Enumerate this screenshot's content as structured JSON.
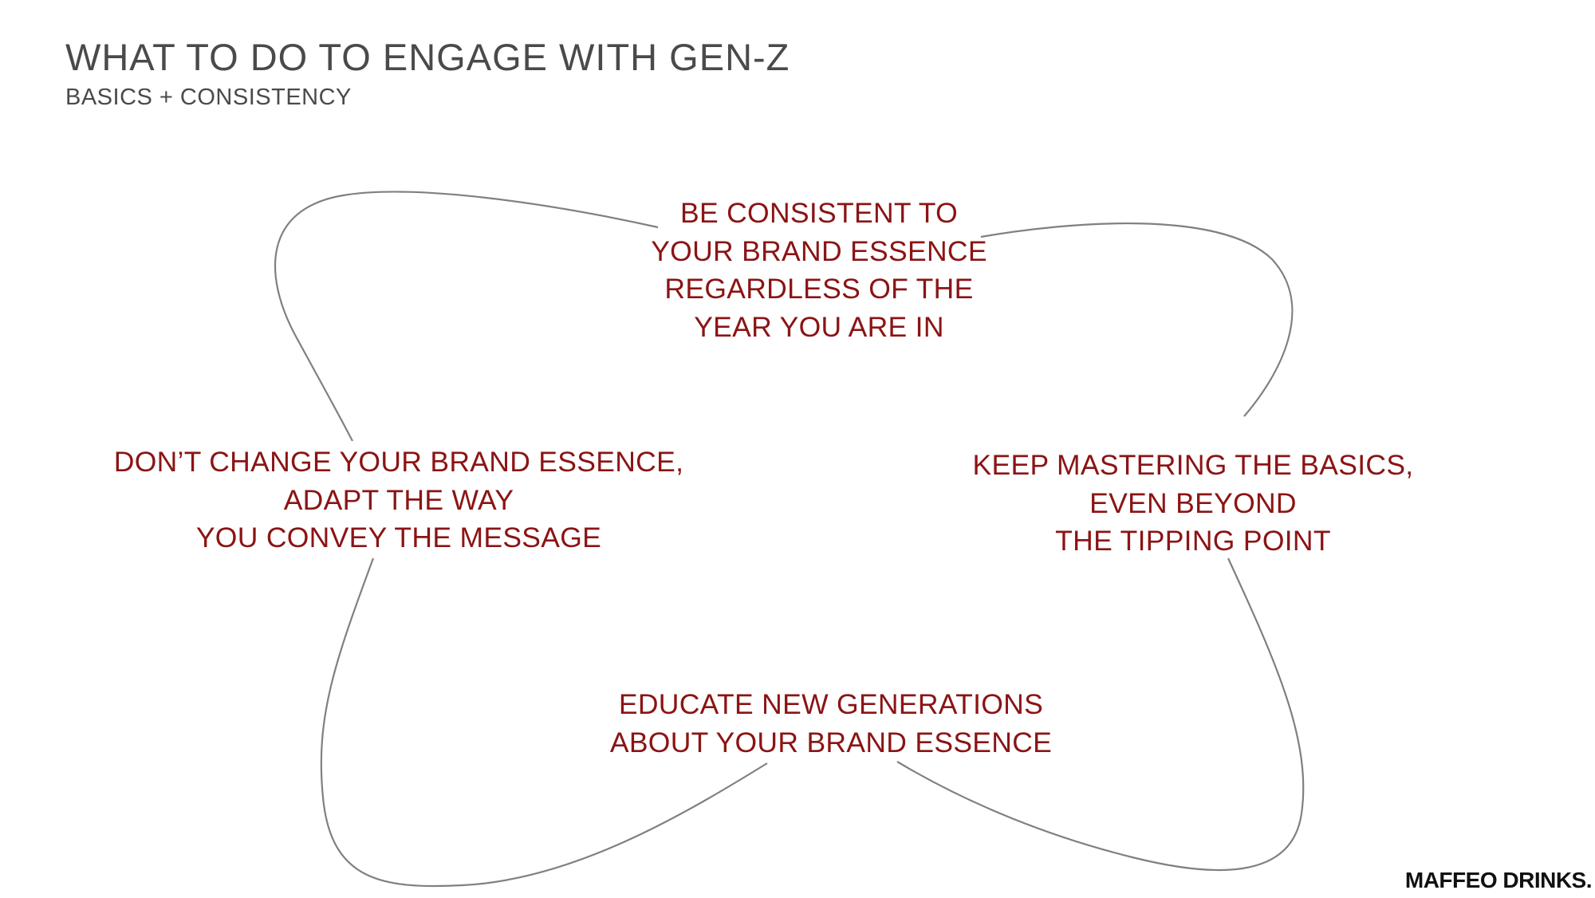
{
  "header": {
    "title": "WHAT TO DO TO ENGAGE WITH GEN-Z",
    "subtitle": "BASICS + CONSISTENCY"
  },
  "diagram": {
    "nodes": {
      "top": [
        "BE CONSISTENT TO",
        "YOUR BRAND ESSENCE",
        "REGARDLESS OF THE",
        "YEAR YOU ARE IN"
      ],
      "left": [
        "DON’T CHANGE YOUR BRAND ESSENCE,",
        "ADAPT THE WAY",
        "YOU CONVEY THE MESSAGE"
      ],
      "right": [
        "KEEP MASTERING THE BASICS,",
        "EVEN BEYOND",
        "THE TIPPING POINT"
      ],
      "bottom": [
        "EDUCATE NEW GENERATIONS",
        "ABOUT YOUR BRAND ESSENCE"
      ]
    },
    "colors": {
      "text": "#8b1414",
      "outline": "#808080"
    }
  },
  "footer": {
    "brand": "MAFFEO DRINKS."
  }
}
